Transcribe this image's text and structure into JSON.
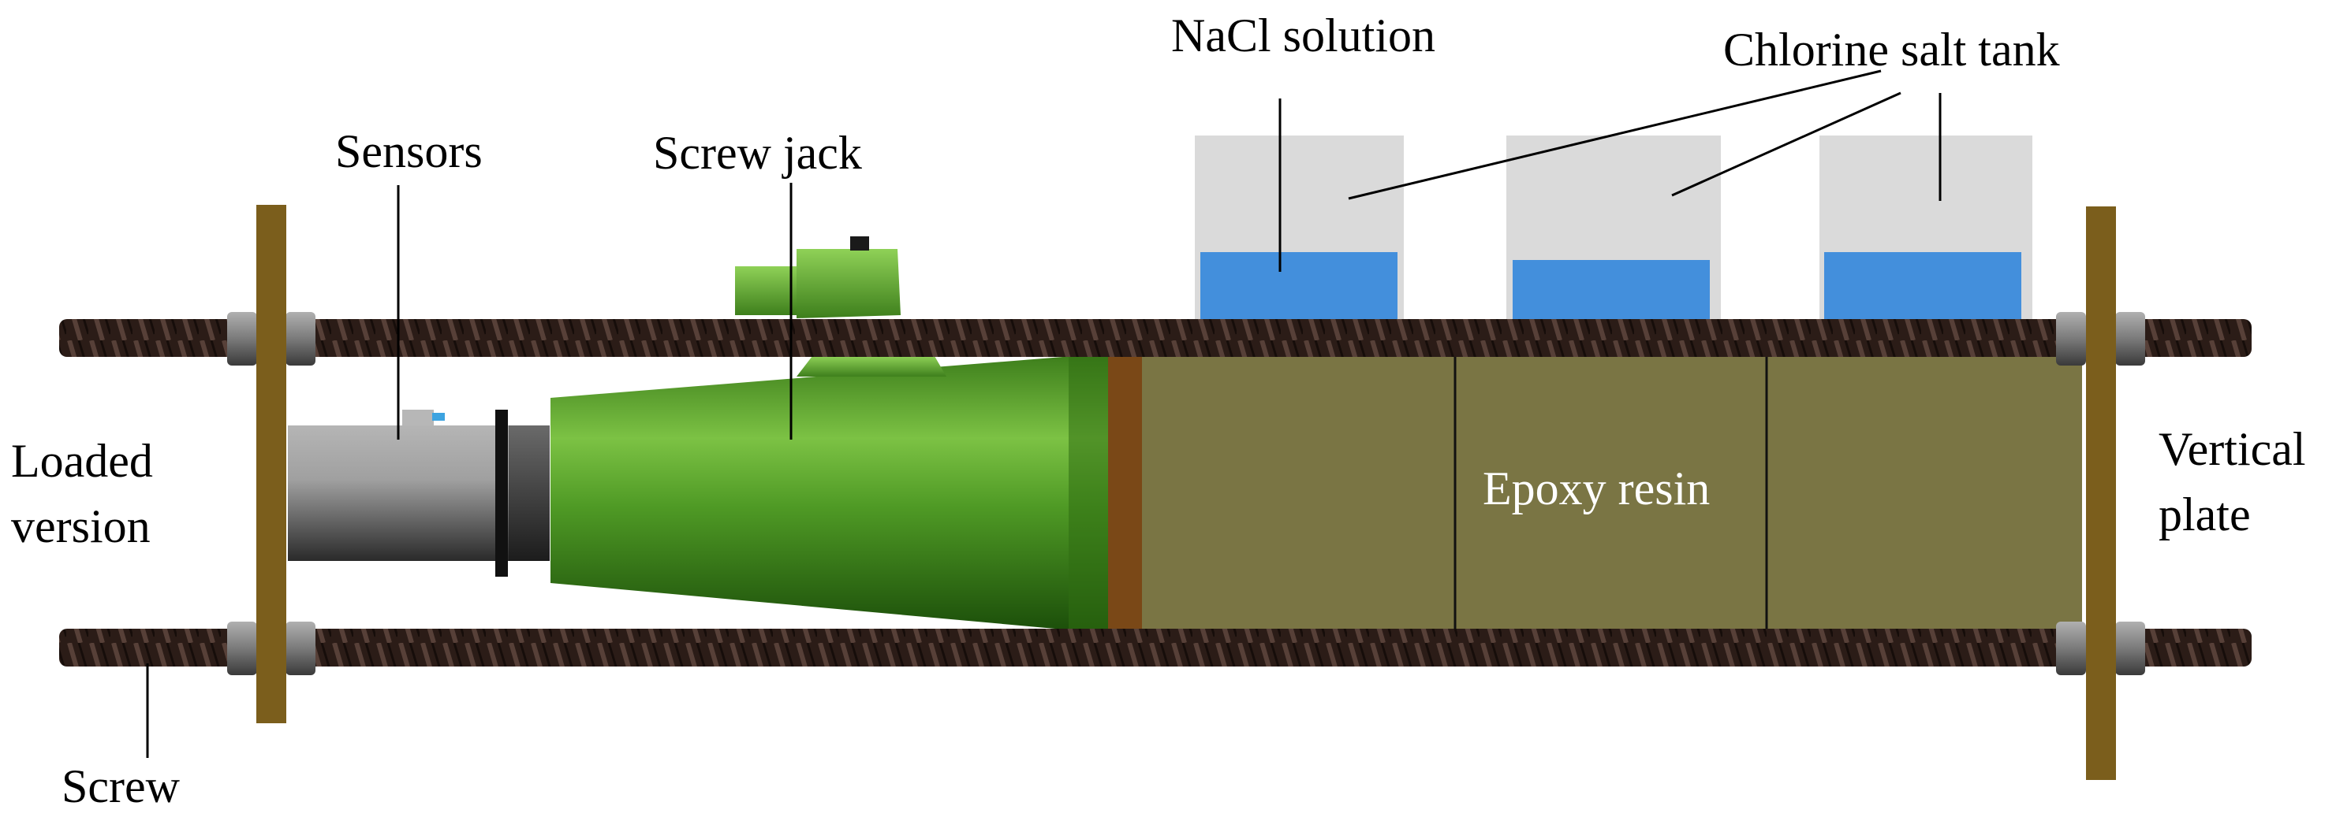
{
  "labels": {
    "nacl_solution": "NaCl solution",
    "chlorine_salt_tank": "Chlorine salt tank",
    "sensors": "Sensors",
    "screw_jack": "Screw jack",
    "loaded_version_line1": "Loaded",
    "loaded_version_line2": "version",
    "epoxy_resin": "Epoxy resin",
    "vertical_plate_line1": "Vertical",
    "vertical_plate_line2": "plate",
    "screw": "Screw"
  },
  "colors": {
    "rod": "#2b1c17",
    "nut": "#8c8c8c",
    "plate": "#7b5e1c",
    "tank": "#dadada",
    "solution": "#438fdc",
    "epoxy": "#7a7544",
    "epoxy_end": "#7a4817",
    "jack_green": "#5aa02c",
    "sensor_gray": "#9a9a9a"
  }
}
